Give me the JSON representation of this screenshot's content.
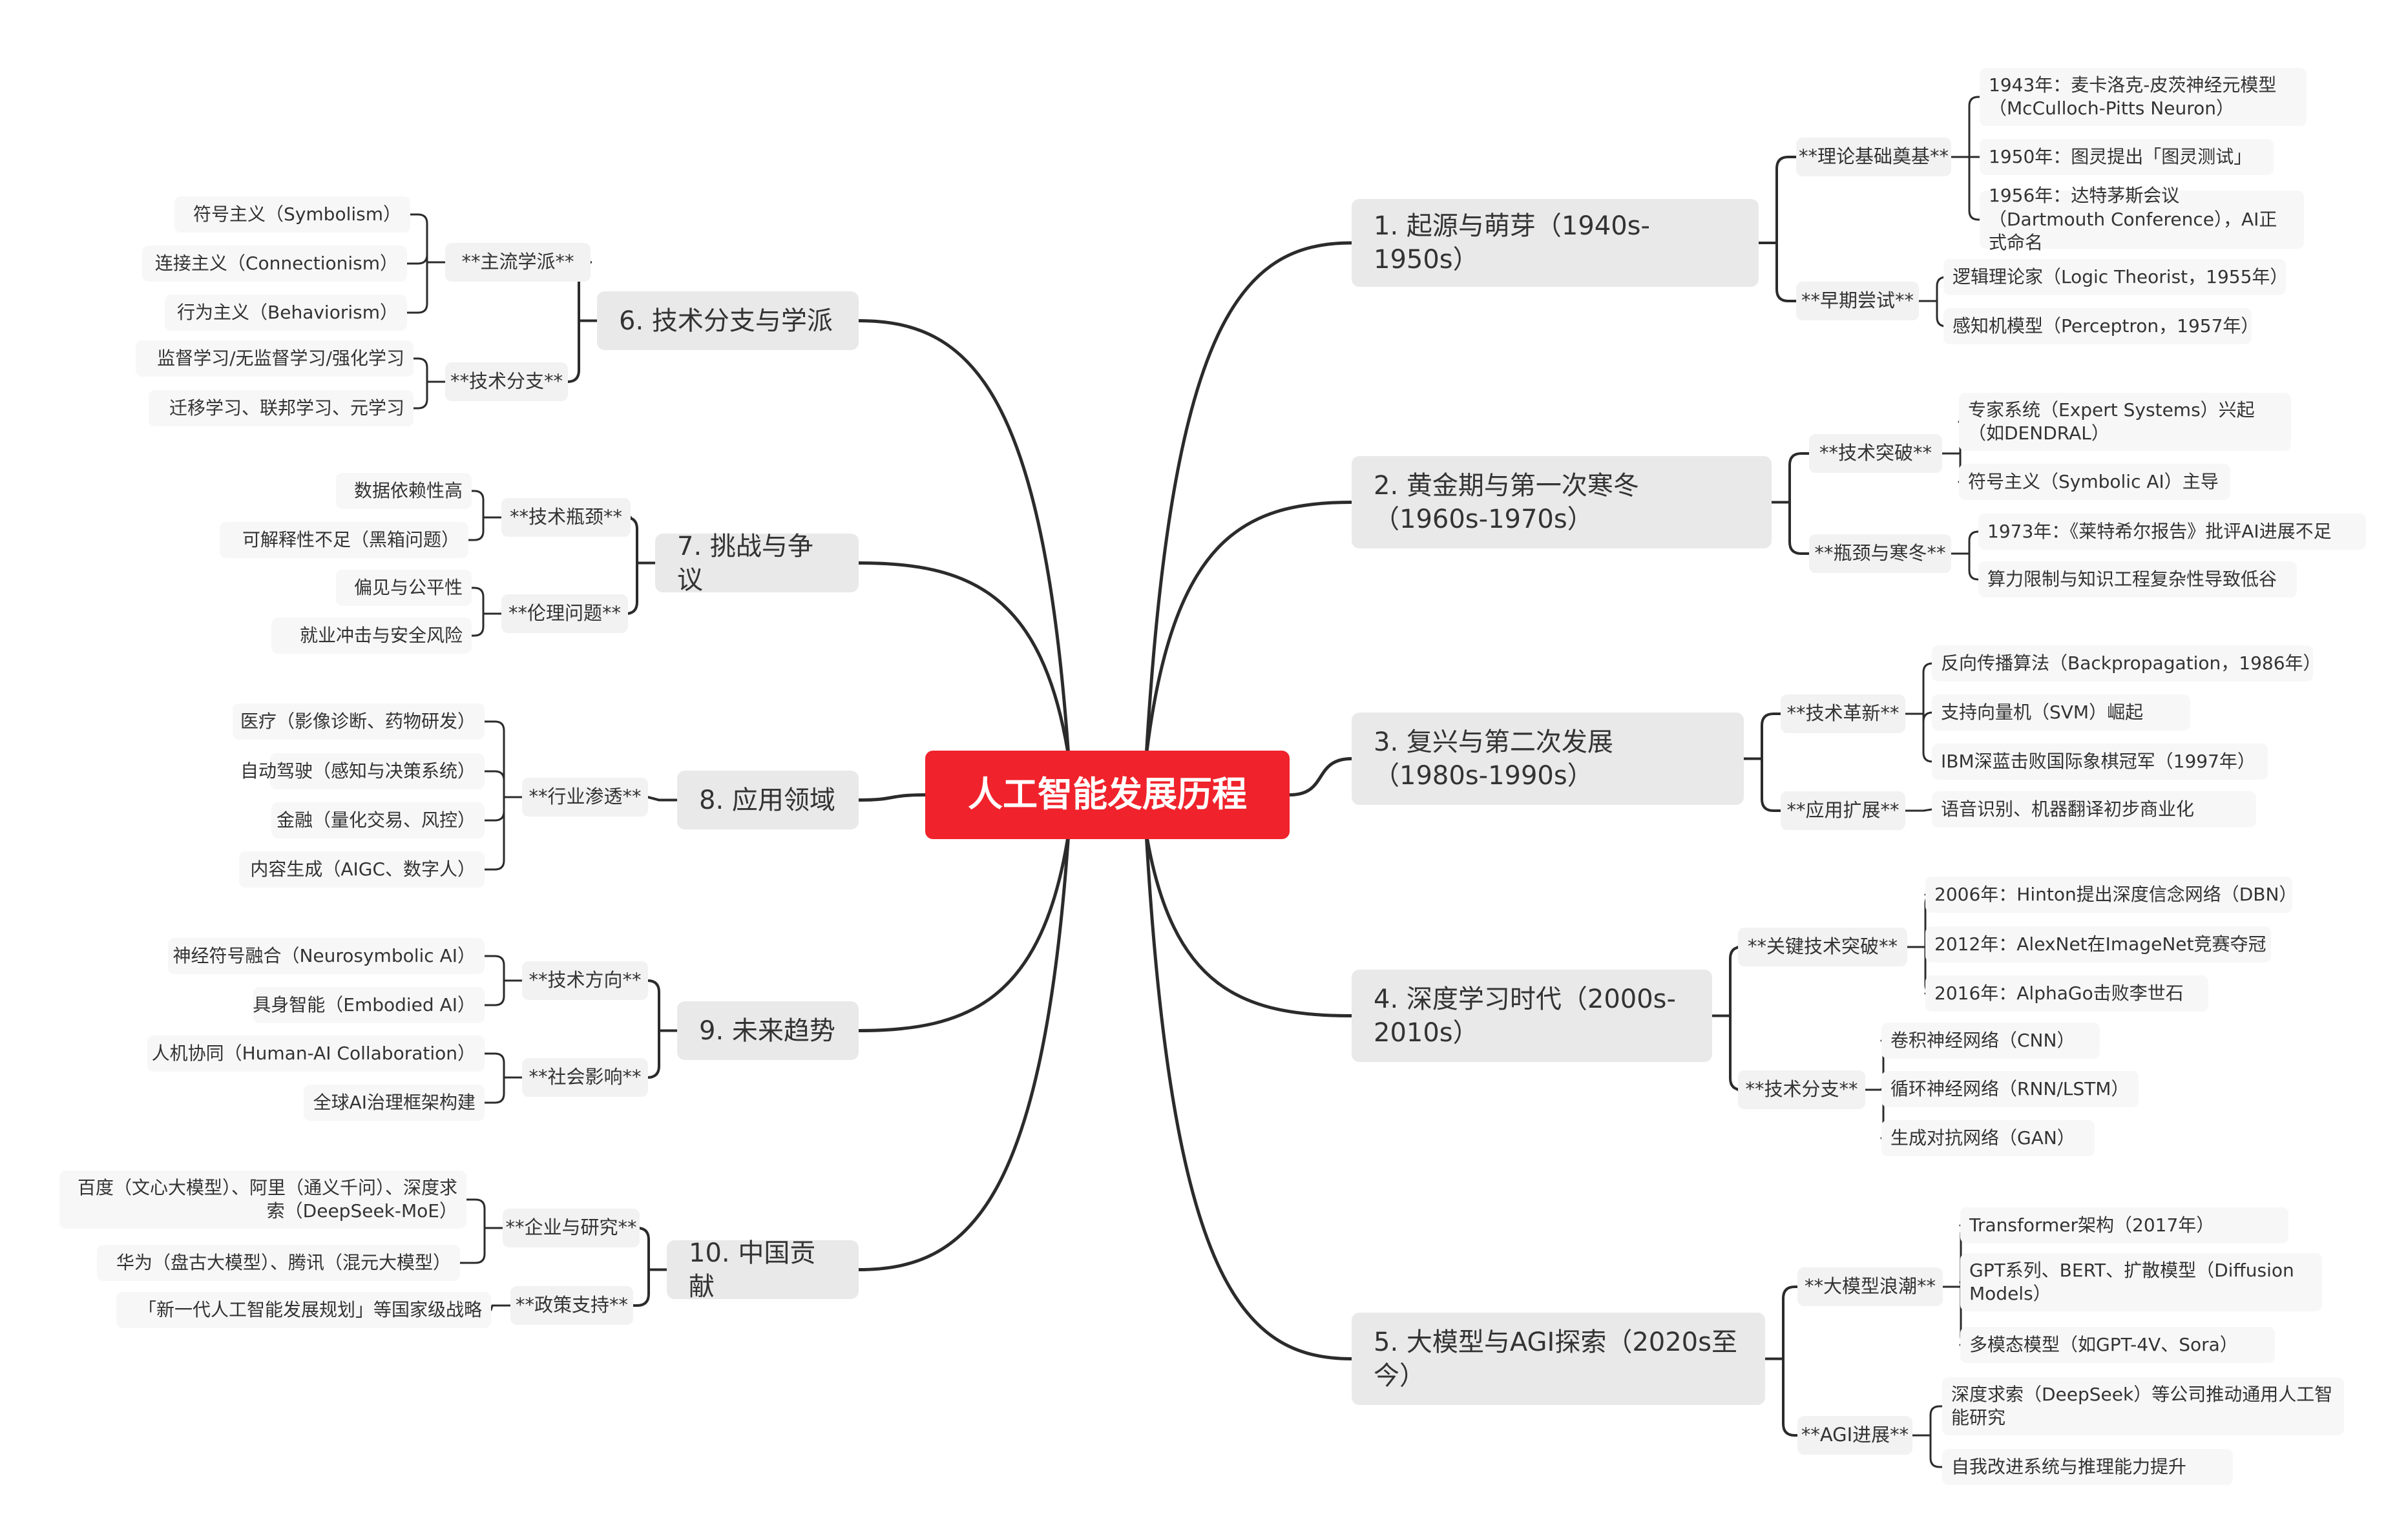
{
  "colors": {
    "root_bg": "#f0222b",
    "root_text": "#ffffff",
    "branch_bg": "#e9e9e9",
    "sub_bg": "#f2f2f2",
    "leaf_bg": "#f7f7f7",
    "line": "#2b2b2b"
  },
  "root": {
    "label": "人工智能发展历程"
  },
  "branches": [
    {
      "label": "1. 起源与萌芽（1940s-1950s）",
      "side": "right",
      "subs": [
        {
          "label": "**理论基础奠基**",
          "leaves": [
            "1943年：麦卡洛克-皮茨神经元模型（McCulloch-Pitts Neuron）",
            "1950年：图灵提出「图灵测试」",
            "1956年：达特茅斯会议（Dartmouth Conference），AI正式命名"
          ]
        },
        {
          "label": "**早期尝试**",
          "leaves": [
            "逻辑理论家（Logic Theorist，1955年）",
            "感知机模型（Perceptron，1957年）"
          ]
        }
      ]
    },
    {
      "label": "2. 黄金期与第一次寒冬（1960s-1970s）",
      "side": "right",
      "subs": [
        {
          "label": "**技术突破**",
          "leaves": [
            "专家系统（Expert Systems）兴起（如DENDRAL）",
            "符号主义（Symbolic AI）主导"
          ]
        },
        {
          "label": "**瓶颈与寒冬**",
          "leaves": [
            "1973年：《莱特希尔报告》批评AI进展不足",
            "算力限制与知识工程复杂性导致低谷"
          ]
        }
      ]
    },
    {
      "label": "3. 复兴与第二次发展（1980s-1990s）",
      "side": "right",
      "subs": [
        {
          "label": "**技术革新**",
          "leaves": [
            "反向传播算法（Backpropagation，1986年）",
            "支持向量机（SVM）崛起",
            "IBM深蓝击败国际象棋冠军（1997年）"
          ]
        },
        {
          "label": "**应用扩展**",
          "leaves": [
            "语音识别、机器翻译初步商业化"
          ]
        }
      ]
    },
    {
      "label": "4. 深度学习时代（2000s-2010s）",
      "side": "right",
      "subs": [
        {
          "label": "**关键技术突破**",
          "leaves": [
            "2006年：Hinton提出深度信念网络（DBN）",
            "2012年：AlexNet在ImageNet竞赛夺冠",
            "2016年：AlphaGo击败李世石"
          ]
        },
        {
          "label": "**技术分支**",
          "leaves": [
            "卷积神经网络（CNN）",
            "循环神经网络（RNN/LSTM）",
            "生成对抗网络（GAN）"
          ]
        }
      ]
    },
    {
      "label": "5. 大模型与AGI探索（2020s至今）",
      "side": "right",
      "subs": [
        {
          "label": "**大模型浪潮**",
          "leaves": [
            "Transformer架构（2017年）",
            "GPT系列、BERT、扩散模型（Diffusion Models）",
            "多模态模型（如GPT-4V、Sora）"
          ]
        },
        {
          "label": "**AGI进展**",
          "leaves": [
            "深度求索（DeepSeek）等公司推动通用人工智能研究",
            "自我改进系统与推理能力提升"
          ]
        }
      ]
    },
    {
      "label": "6. 技术分支与学派",
      "side": "left",
      "subs": [
        {
          "label": "**主流学派**",
          "leaves": [
            "符号主义（Symbolism）",
            "连接主义（Connectionism）",
            "行为主义（Behaviorism）"
          ]
        },
        {
          "label": "**技术分支**",
          "leaves": [
            "监督学习/无监督学习/强化学习",
            "迁移学习、联邦学习、元学习"
          ]
        }
      ]
    },
    {
      "label": "7. 挑战与争议",
      "side": "left",
      "subs": [
        {
          "label": "**技术瓶颈**",
          "leaves": [
            "数据依赖性高",
            "可解释性不足（黑箱问题）"
          ]
        },
        {
          "label": "**伦理问题**",
          "leaves": [
            "偏见与公平性",
            "就业冲击与安全风险"
          ]
        }
      ]
    },
    {
      "label": "8. 应用领域",
      "side": "left",
      "subs": [
        {
          "label": "**行业渗透**",
          "leaves": [
            "医疗（影像诊断、药物研发）",
            "自动驾驶（感知与决策系统）",
            "金融（量化交易、风控）",
            "内容生成（AIGC、数字人）"
          ]
        }
      ]
    },
    {
      "label": "9. 未来趋势",
      "side": "left",
      "subs": [
        {
          "label": "**技术方向**",
          "leaves": [
            "神经符号融合（Neurosymbolic AI）",
            "具身智能（Embodied AI）"
          ]
        },
        {
          "label": "**社会影响**",
          "leaves": [
            "人机协同（Human-AI Collaboration）",
            "全球AI治理框架构建"
          ]
        }
      ]
    },
    {
      "label": "10. 中国贡献",
      "side": "left",
      "subs": [
        {
          "label": "**企业与研究**",
          "leaves": [
            "百度（文心大模型）、阿里（通义千问）、深度求索（DeepSeek-MoE）",
            "华为（盘古大模型）、腾讯（混元大模型）"
          ]
        },
        {
          "label": "**政策支持**",
          "leaves": [
            "「新一代人工智能发展规划」等国家级战略"
          ]
        }
      ]
    }
  ]
}
